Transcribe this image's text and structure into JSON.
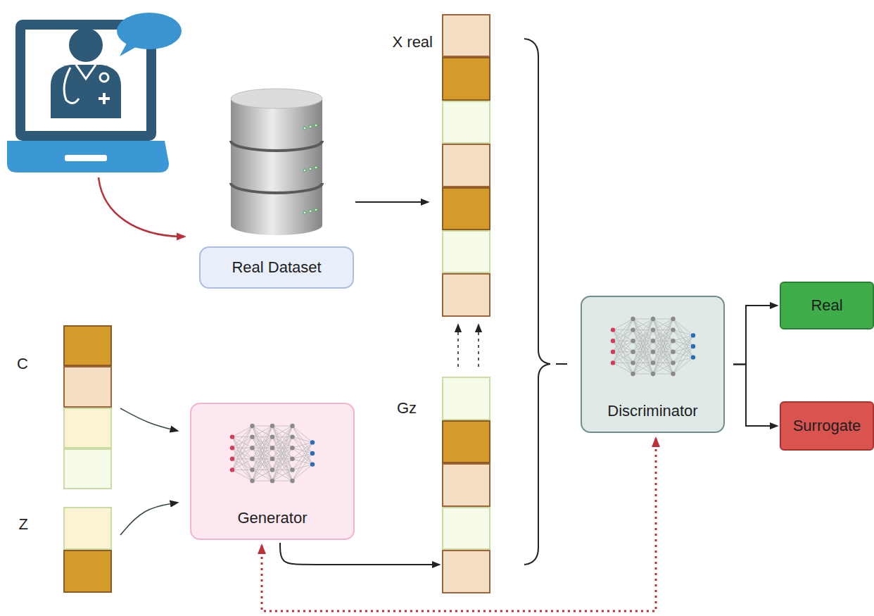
{
  "diagram": {
    "nodes": [
      {
        "text": [
          "Real Dataset"
        ]
      },
      {
        "text": [
          "X real"
        ]
      },
      {
        "text": [
          "C"
        ]
      },
      {
        "text": [
          "Z"
        ]
      },
      {
        "text": [
          "Generator"
        ]
      },
      {
        "text": [
          "Gz"
        ]
      },
      {
        "text": [
          "Discriminator"
        ]
      },
      {
        "text": [
          "Real"
        ]
      },
      {
        "text": [
          "Surrogate"
        ]
      }
    ],
    "edges": [
      {
        "from": 0,
        "to": 1,
        "arrow": "to"
      },
      {
        "from": 2,
        "to": 4,
        "arrow": "to"
      },
      {
        "from": 3,
        "to": 4,
        "arrow": "to"
      },
      {
        "from": 4,
        "to": 5,
        "arrow": "to"
      },
      {
        "from": 5,
        "to": 1,
        "arrow": "to"
      },
      {
        "from": 5,
        "to": 1,
        "arrow": "to"
      },
      {
        "from": 6,
        "to": 7,
        "arrow": "to"
      },
      {
        "from": 6,
        "to": 8,
        "arrow": "to"
      },
      {
        "from": 4,
        "to": 6,
        "arrow": "both"
      }
    ]
  }
}
